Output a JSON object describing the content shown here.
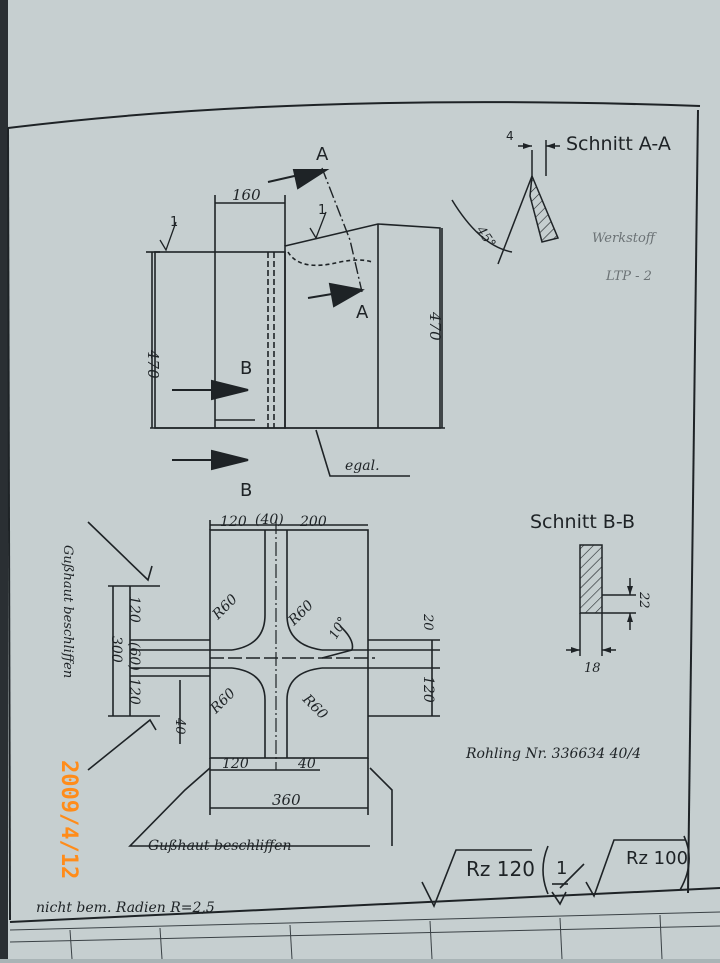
{
  "colors": {
    "paper": "#c6cfd0",
    "ink": "#1e2326",
    "date_stamp": "#ff8c1a"
  },
  "section_a": {
    "title": "Schnitt A-A",
    "dim_thickness": "4",
    "angle": "45°",
    "pencil_note_1": "Werkstoff",
    "pencil_note_2": "LTP - 2"
  },
  "front_view": {
    "dim_width": "160",
    "dim_height_left": "470",
    "dim_height_right": "470",
    "surface_mark": "1",
    "cut_a_label_top": "A",
    "cut_a_label_bottom": "A",
    "cut_b_label_top": "B",
    "cut_b_label_bottom": "B",
    "note_bottom": "egal."
  },
  "section_b": {
    "title": "Schnitt B-B",
    "dim_thickness": "18",
    "dim_height": "22"
  },
  "plan_view": {
    "dim_top_left": "120",
    "dim_top_mid": "(40)",
    "dim_top_right": "200",
    "dim_left_1": "120",
    "dim_left_2": "(60)",
    "dim_left_3": "120",
    "dim_left_total": "300",
    "dim_right_1": "20",
    "dim_right_2": "120",
    "dim_inner_40": "40",
    "radius_tl": "R60",
    "radius_tr": "R60",
    "radius_bl": "R60",
    "radius_br": "R60",
    "angle": "10°",
    "dim_bottom_left": "120",
    "dim_bottom_mid": "40",
    "dim_bottom_total": "360",
    "note_left_vertical": "Gußhaut beschliffen",
    "note_bottom": "Gußhaut beschliffen"
  },
  "blank_number": "Rohling Nr. 336634 40/4",
  "footnote": "nicht bem. Radien R=2,5",
  "roughness_main": "Rz 120",
  "roughness_extra_1": "1",
  "roughness_extra_2": "Rz 100",
  "date_stamp": "2009/4/12"
}
